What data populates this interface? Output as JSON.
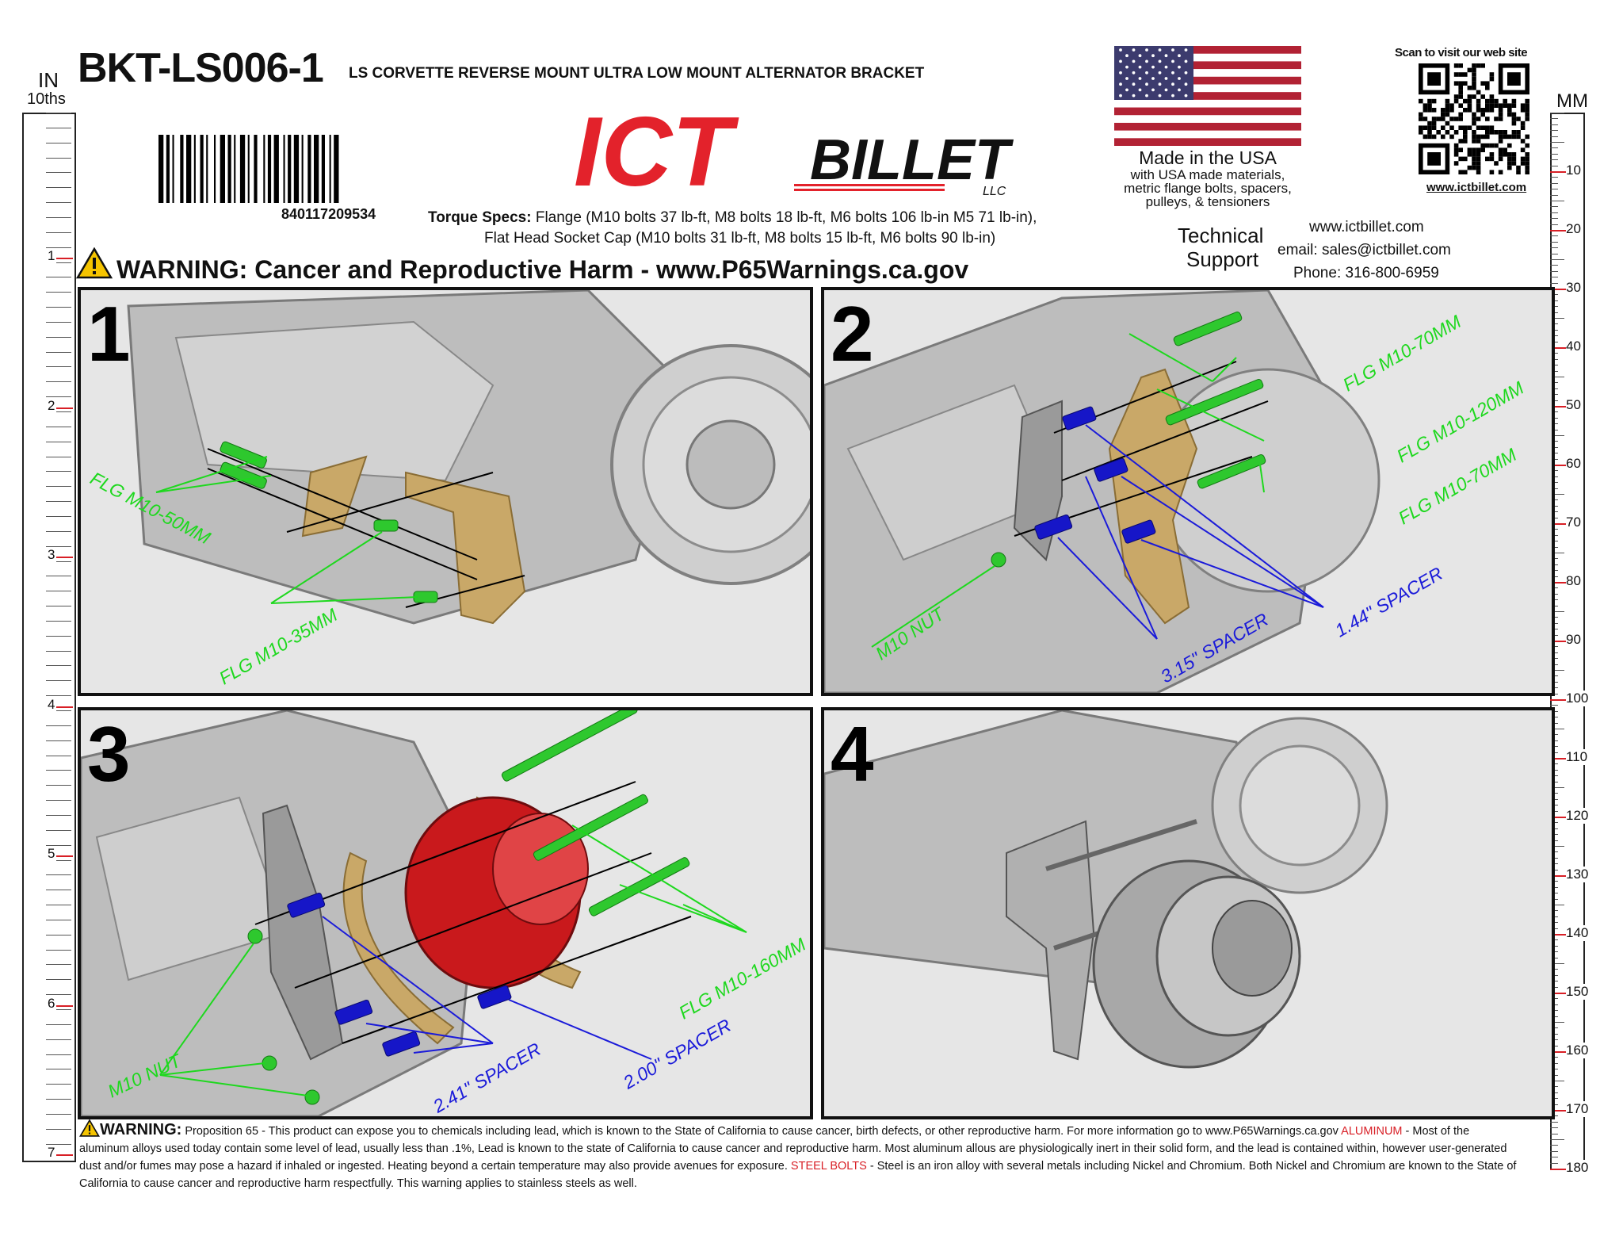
{
  "header": {
    "part_number": "BKT-LS006-1",
    "description": "LS CORVETTE REVERSE MOUNT ULTRA LOW MOUNT ALTERNATOR BRACKET",
    "barcode_number": "840117209534",
    "torque_label": "Torque Specs:",
    "torque_line1": "Flange (M10 bolts 37 lb-ft, M8 bolts 18 lb-ft, M6 bolts 106 lb-in M5 71 lb-in),",
    "torque_line2": "Flat Head Socket Cap (M10 bolts 31 lb-ft, M8 bolts 15 lb-ft, M6 bolts 90 lb-in)"
  },
  "logo": {
    "mark": "ICT",
    "word": "BILLET",
    "suffix": "LLC",
    "brand_red": "#e3222b"
  },
  "made_in": {
    "title": "Made in the USA",
    "line1": "with USA made materials,",
    "line2": "metric flange bolts, spacers,",
    "line3": "pulleys, & tensioners"
  },
  "qr": {
    "caption": "Scan to visit our web site",
    "url": "www.ictbillet.com"
  },
  "support": {
    "title_line1": "Technical",
    "title_line2": "Support",
    "website": "www.ictbillet.com",
    "email": "email: sales@ictbillet.com",
    "phone": "Phone: 316-800-6959"
  },
  "warning_banner": "WARNING: Cancer and Reproductive Harm - www.P65Warnings.ca.gov",
  "ruler_in": {
    "label": "IN",
    "sub_label": "10ths",
    "marks": [
      "1",
      "2",
      "3",
      "4",
      "5",
      "6",
      "7"
    ]
  },
  "ruler_mm": {
    "label": "MM",
    "marks": [
      "10",
      "20",
      "30",
      "40",
      "50",
      "60",
      "70",
      "80",
      "90",
      "100",
      "110",
      "120",
      "130",
      "140",
      "150",
      "160",
      "170",
      "180"
    ]
  },
  "panels": [
    {
      "number": "1",
      "green_labels": [
        "FLG M10-50MM",
        "FLG M10-35MM"
      ],
      "blue_labels": []
    },
    {
      "number": "2",
      "green_labels": [
        "FLG M10-70MM",
        "FLG M10-120MM",
        "FLG M10-70MM",
        "M10 NUT"
      ],
      "blue_labels": [
        "3.15\" SPACER",
        "1.44\" SPACER"
      ]
    },
    {
      "number": "3",
      "green_labels": [
        "FLG M10-160MM",
        "M10 NUT"
      ],
      "blue_labels": [
        "2.41\" SPACER",
        "2.00\" SPACER"
      ]
    },
    {
      "number": "4",
      "green_labels": [],
      "blue_labels": []
    }
  ],
  "bottom_warning": {
    "title": "WARNING:",
    "text1": " Proposition 65 - This product can expose you to chemicals including lead, which is known to the State of California to cause cancer, birth defects, or other reproductive harm. For more information go to www.P65Warnings.ca.gov ",
    "aluminum": "ALUMINUM",
    "text2": " - Most of the aluminum alloys used today contain some level of lead, usually less than .1%, Lead is known to the state of California to cause cancer and reproductive harm. Most aluminum allous are physiologically inert in their solid form, and the lead is contained within, however user-generated dust and/or fumes may pose a hazard if inhaled or ingested. Heating beyond a certain temperature may also provide avenues for exposure. ",
    "steel": "STEEL BOLTS",
    "text3": " - Steel is an iron alloy with several metals including Nickel and Chromium. Both Nickel and Chromium are known to the State of California to cause cancer and reproductive harm respectfully. This warning applies to stainless steels as well."
  },
  "colors": {
    "label_green": "#1ed81e",
    "label_blue": "#1b1bd9",
    "gold": "#c9a868",
    "red_part": "#c9191c",
    "warning_red": "#d81f26"
  }
}
